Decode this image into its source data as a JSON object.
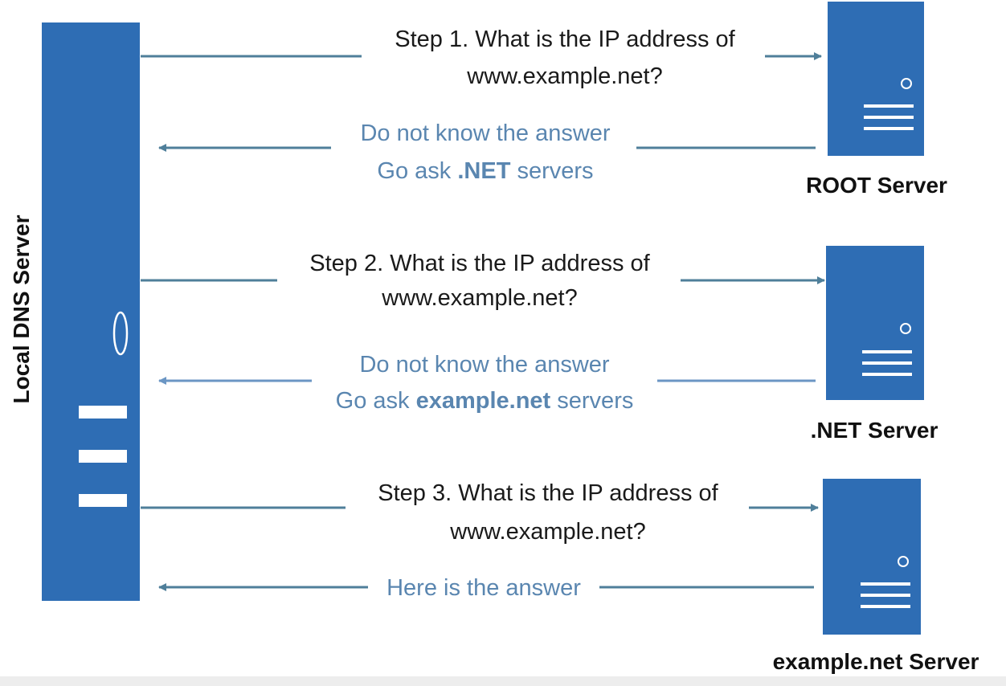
{
  "colors": {
    "server_fill": "#2e6db4",
    "server_marks": "#ffffff",
    "arrow_dark": "#4f7f9a",
    "arrow_light": "#6b96c4",
    "step_text": "#1a1a1a",
    "response_text": "#5a86b0",
    "label_text": "#111111"
  },
  "local_server": {
    "label": "Local DNS Server",
    "icon": "server-tower-icon"
  },
  "servers": [
    {
      "label": "ROOT Server",
      "icon": "server-icon"
    },
    {
      "label": ".NET Server",
      "icon": "server-icon"
    },
    {
      "label": "example.net Server",
      "icon": "server-icon"
    }
  ],
  "steps": [
    {
      "query_line1": "Step 1. What is the IP address of",
      "query_line2": "www.example.net?",
      "response_line1": "Do not know the answer",
      "response_line2_prefix": "Go ask ",
      "response_line2_bold": ".NET",
      "response_line2_suffix": " servers"
    },
    {
      "query_line1": "Step 2. What is the IP address of",
      "query_line2": "www.example.net?",
      "response_line1": "Do not know the answer",
      "response_line2_prefix": "Go ask ",
      "response_line2_bold": "example.net",
      "response_line2_suffix": " servers"
    },
    {
      "query_line1": "Step 3. What is the IP address of",
      "query_line2": "www.example.net?",
      "response_line1": "Here is the answer"
    }
  ]
}
